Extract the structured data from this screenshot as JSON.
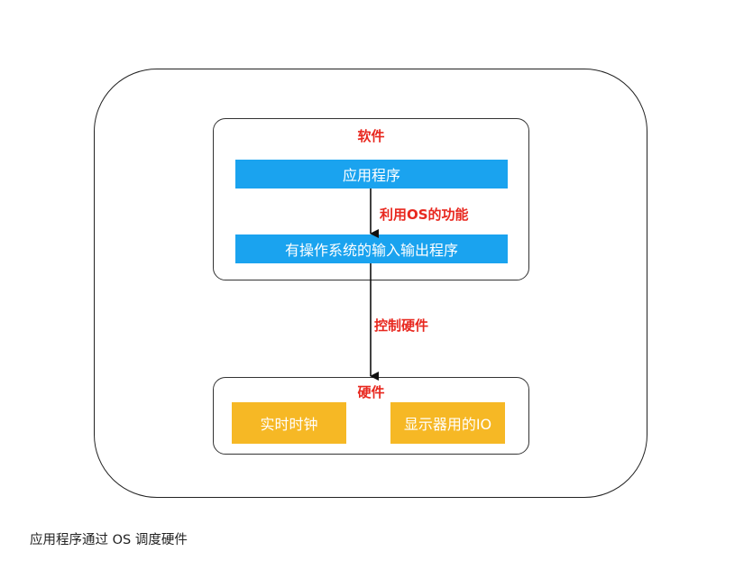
{
  "diagram": {
    "software": {
      "title": "软件",
      "app_box": "应用程序",
      "edge_label": "利用OS的功能",
      "io_program_box": "有操作系统的输入输出程序"
    },
    "control_edge_label": "控制硬件",
    "hardware": {
      "title": "硬件",
      "clock_box": "实时时钟",
      "display_io_box": "显示器用的IO"
    }
  },
  "caption": "应用程序通过 OS 调度硬件",
  "colors": {
    "blue": "#1aa3ef",
    "yellow": "#f6b825",
    "red_label": "#e8281f"
  }
}
